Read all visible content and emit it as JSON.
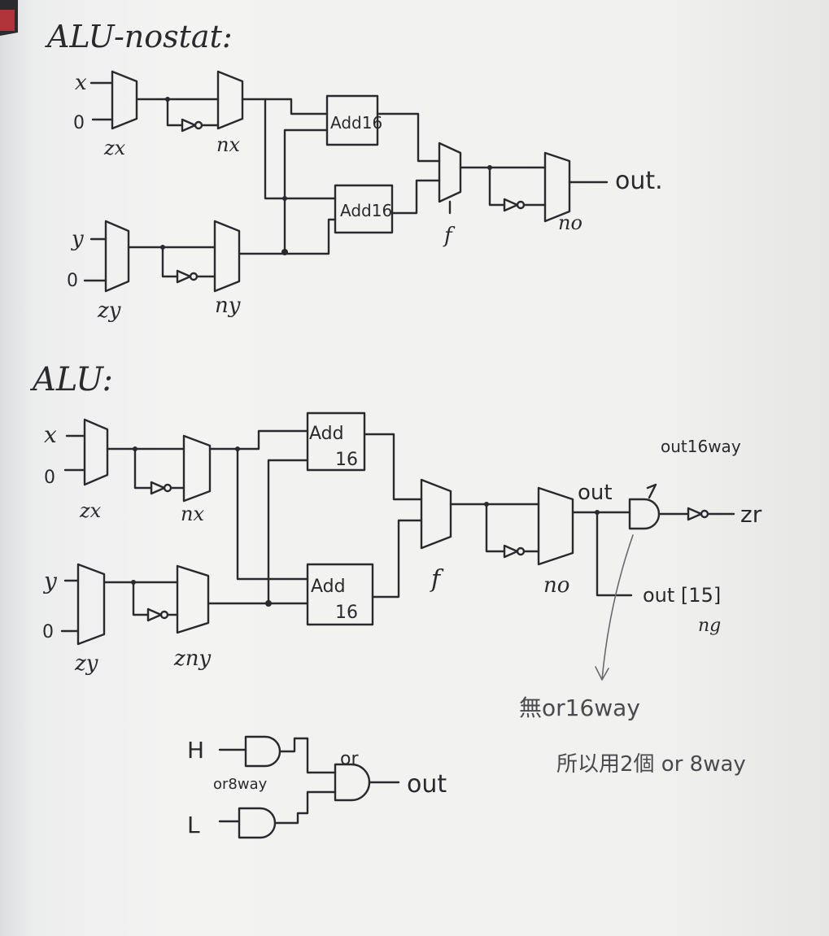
{
  "sections": {
    "top_title": "ALU-nostat:",
    "bottom_title": "ALU:"
  },
  "top": {
    "in_x": "x",
    "in_x0": "0",
    "in_y": "y",
    "in_y0": "0",
    "zx": "zx",
    "nx": "nx",
    "zy": "zy",
    "ny": "ny",
    "adder1": "Add16",
    "adder2": "Add16",
    "f": "f",
    "no": "no",
    "out": "out."
  },
  "bottom": {
    "in_x": "x",
    "in_x0": "0",
    "in_y": "y",
    "in_y0": "0",
    "zx": "zx",
    "nx": "nx",
    "zy": "zy",
    "ny": "zny",
    "adder1_l1": "Add",
    "adder1_l2": "16",
    "adder2_l1": "Add",
    "adder2_l2": "16",
    "f": "f",
    "no": "no",
    "out": "out",
    "out16way": "out16way",
    "zr": "zr",
    "out15": "out [15]",
    "ng": "ng"
  },
  "notes": {
    "line1": "無or16way",
    "line2": "所以用2個 or 8way"
  },
  "or_diagram": {
    "in_h": "H",
    "in_l": "L",
    "or8way": "or8way",
    "or": "or",
    "out": "out"
  }
}
